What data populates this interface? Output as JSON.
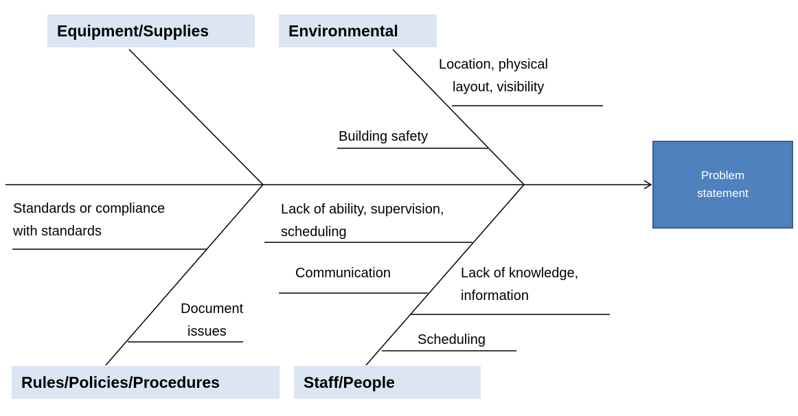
{
  "problem": {
    "lines": [
      "Problem",
      "statement"
    ]
  },
  "categories": {
    "equipment": "Equipment/Supplies",
    "environmental": "Environmental",
    "rules": "Rules/Policies/Procedures",
    "staff": "Staff/People"
  },
  "causes": {
    "location": [
      "Location,  physical",
      "layout,  visibility"
    ],
    "building_safety": [
      "Building safety"
    ],
    "standards": [
      "Standards or compliance",
      "with standards"
    ],
    "document_issues": [
      "Document",
      "issues"
    ],
    "lack_of_ability": [
      "Lack of ability, supervision,",
      "scheduling"
    ],
    "communication": [
      "Communication"
    ],
    "lack_of_knowledge": [
      "Lack of knowledge,",
      "information"
    ],
    "scheduling": [
      "Scheduling"
    ]
  },
  "colors": {
    "category_fill": "#dce6f2",
    "problem_fill": "#4f81bd",
    "problem_border": "#385d8a",
    "line": "#000000"
  }
}
